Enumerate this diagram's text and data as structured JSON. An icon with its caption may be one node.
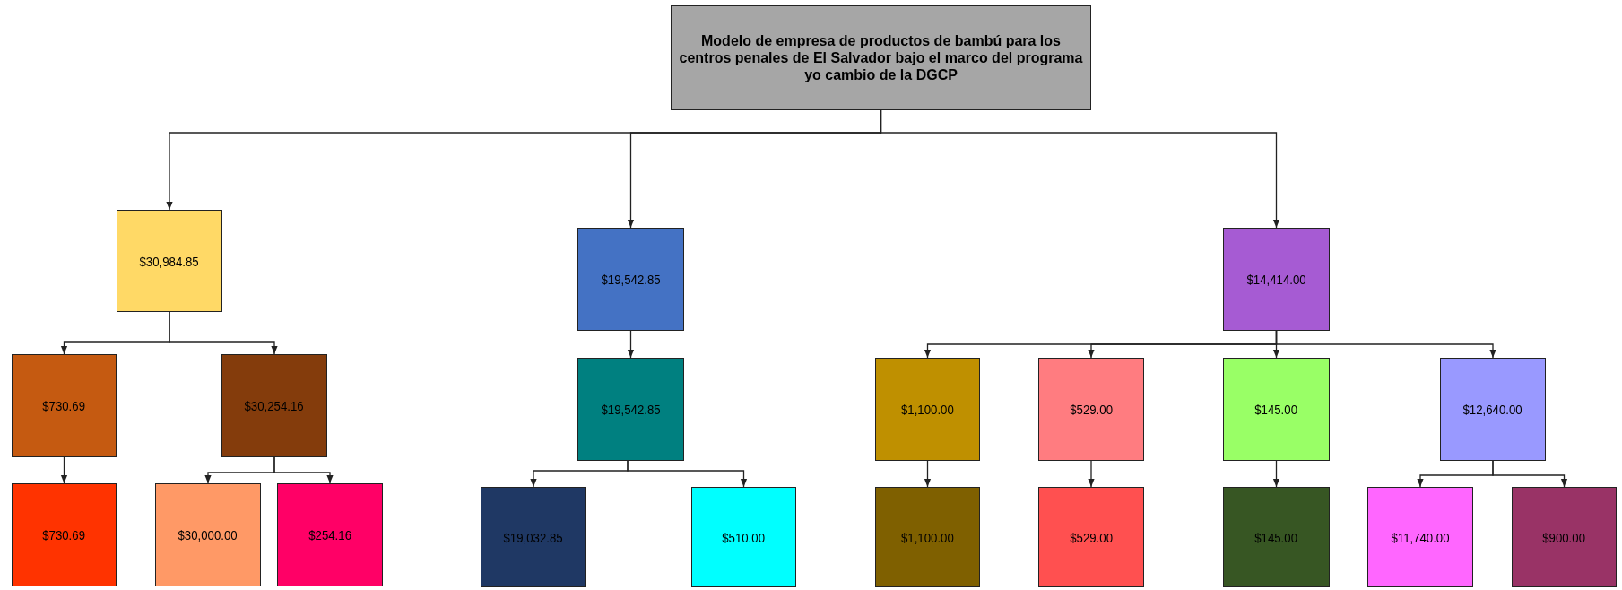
{
  "diagram": {
    "nodes": [
      {
        "text": [
          "Modelo  de empresa de productos de bambú para los centros penales de El Salvador bajo el marco del programa yo cambio de la DGCP"
        ]
      },
      {
        "text": [
          "$30,984.85"
        ]
      },
      {
        "text": [
          "$19,542.85"
        ]
      },
      {
        "text": [
          "$14,414.00"
        ]
      },
      {
        "text": [
          "$730.69"
        ]
      },
      {
        "text": [
          "$30,254.16"
        ]
      },
      {
        "text": [
          "$19,542.85"
        ]
      },
      {
        "text": [
          "$1,100.00"
        ]
      },
      {
        "text": [
          "$529.00"
        ]
      },
      {
        "text": [
          "$145.00"
        ]
      },
      {
        "text": [
          "$12,640.00"
        ]
      },
      {
        "text": [
          "$730.69"
        ]
      },
      {
        "text": [
          "$30,000.00"
        ]
      },
      {
        "text": [
          "$254.16"
        ]
      },
      {
        "text": [
          "$19,032.85"
        ]
      },
      {
        "text": [
          "$510.00"
        ]
      },
      {
        "text": [
          "$1,100.00"
        ]
      },
      {
        "text": [
          "$529.00"
        ]
      },
      {
        "text": [
          "$145.00"
        ]
      },
      {
        "text": [
          "$11,740.00"
        ]
      },
      {
        "text": [
          "$900.00"
        ]
      }
    ],
    "edges": [
      {
        "from": 0,
        "to": 1,
        "arrow": "to"
      },
      {
        "from": 0,
        "to": 2,
        "arrow": "to"
      },
      {
        "from": 0,
        "to": 3,
        "arrow": "to"
      },
      {
        "from": 1,
        "to": 4,
        "arrow": "to"
      },
      {
        "from": 1,
        "to": 5,
        "arrow": "to"
      },
      {
        "from": 2,
        "to": 6,
        "arrow": "to"
      },
      {
        "from": 3,
        "to": 7,
        "arrow": "to"
      },
      {
        "from": 3,
        "to": 8,
        "arrow": "to"
      },
      {
        "from": 3,
        "to": 9,
        "arrow": "to"
      },
      {
        "from": 3,
        "to": 10,
        "arrow": "to"
      },
      {
        "from": 4,
        "to": 11,
        "arrow": "to"
      },
      {
        "from": 5,
        "to": 12,
        "arrow": "to"
      },
      {
        "from": 5,
        "to": 13,
        "arrow": "to"
      },
      {
        "from": 6,
        "to": 14,
        "arrow": "to"
      },
      {
        "from": 6,
        "to": 15,
        "arrow": "to"
      },
      {
        "from": 7,
        "to": 16,
        "arrow": "to"
      },
      {
        "from": 8,
        "to": 17,
        "arrow": "to"
      },
      {
        "from": 9,
        "to": 18,
        "arrow": "to"
      },
      {
        "from": 10,
        "to": 19,
        "arrow": "to"
      },
      {
        "from": 10,
        "to": 20,
        "arrow": "to"
      }
    ]
  }
}
